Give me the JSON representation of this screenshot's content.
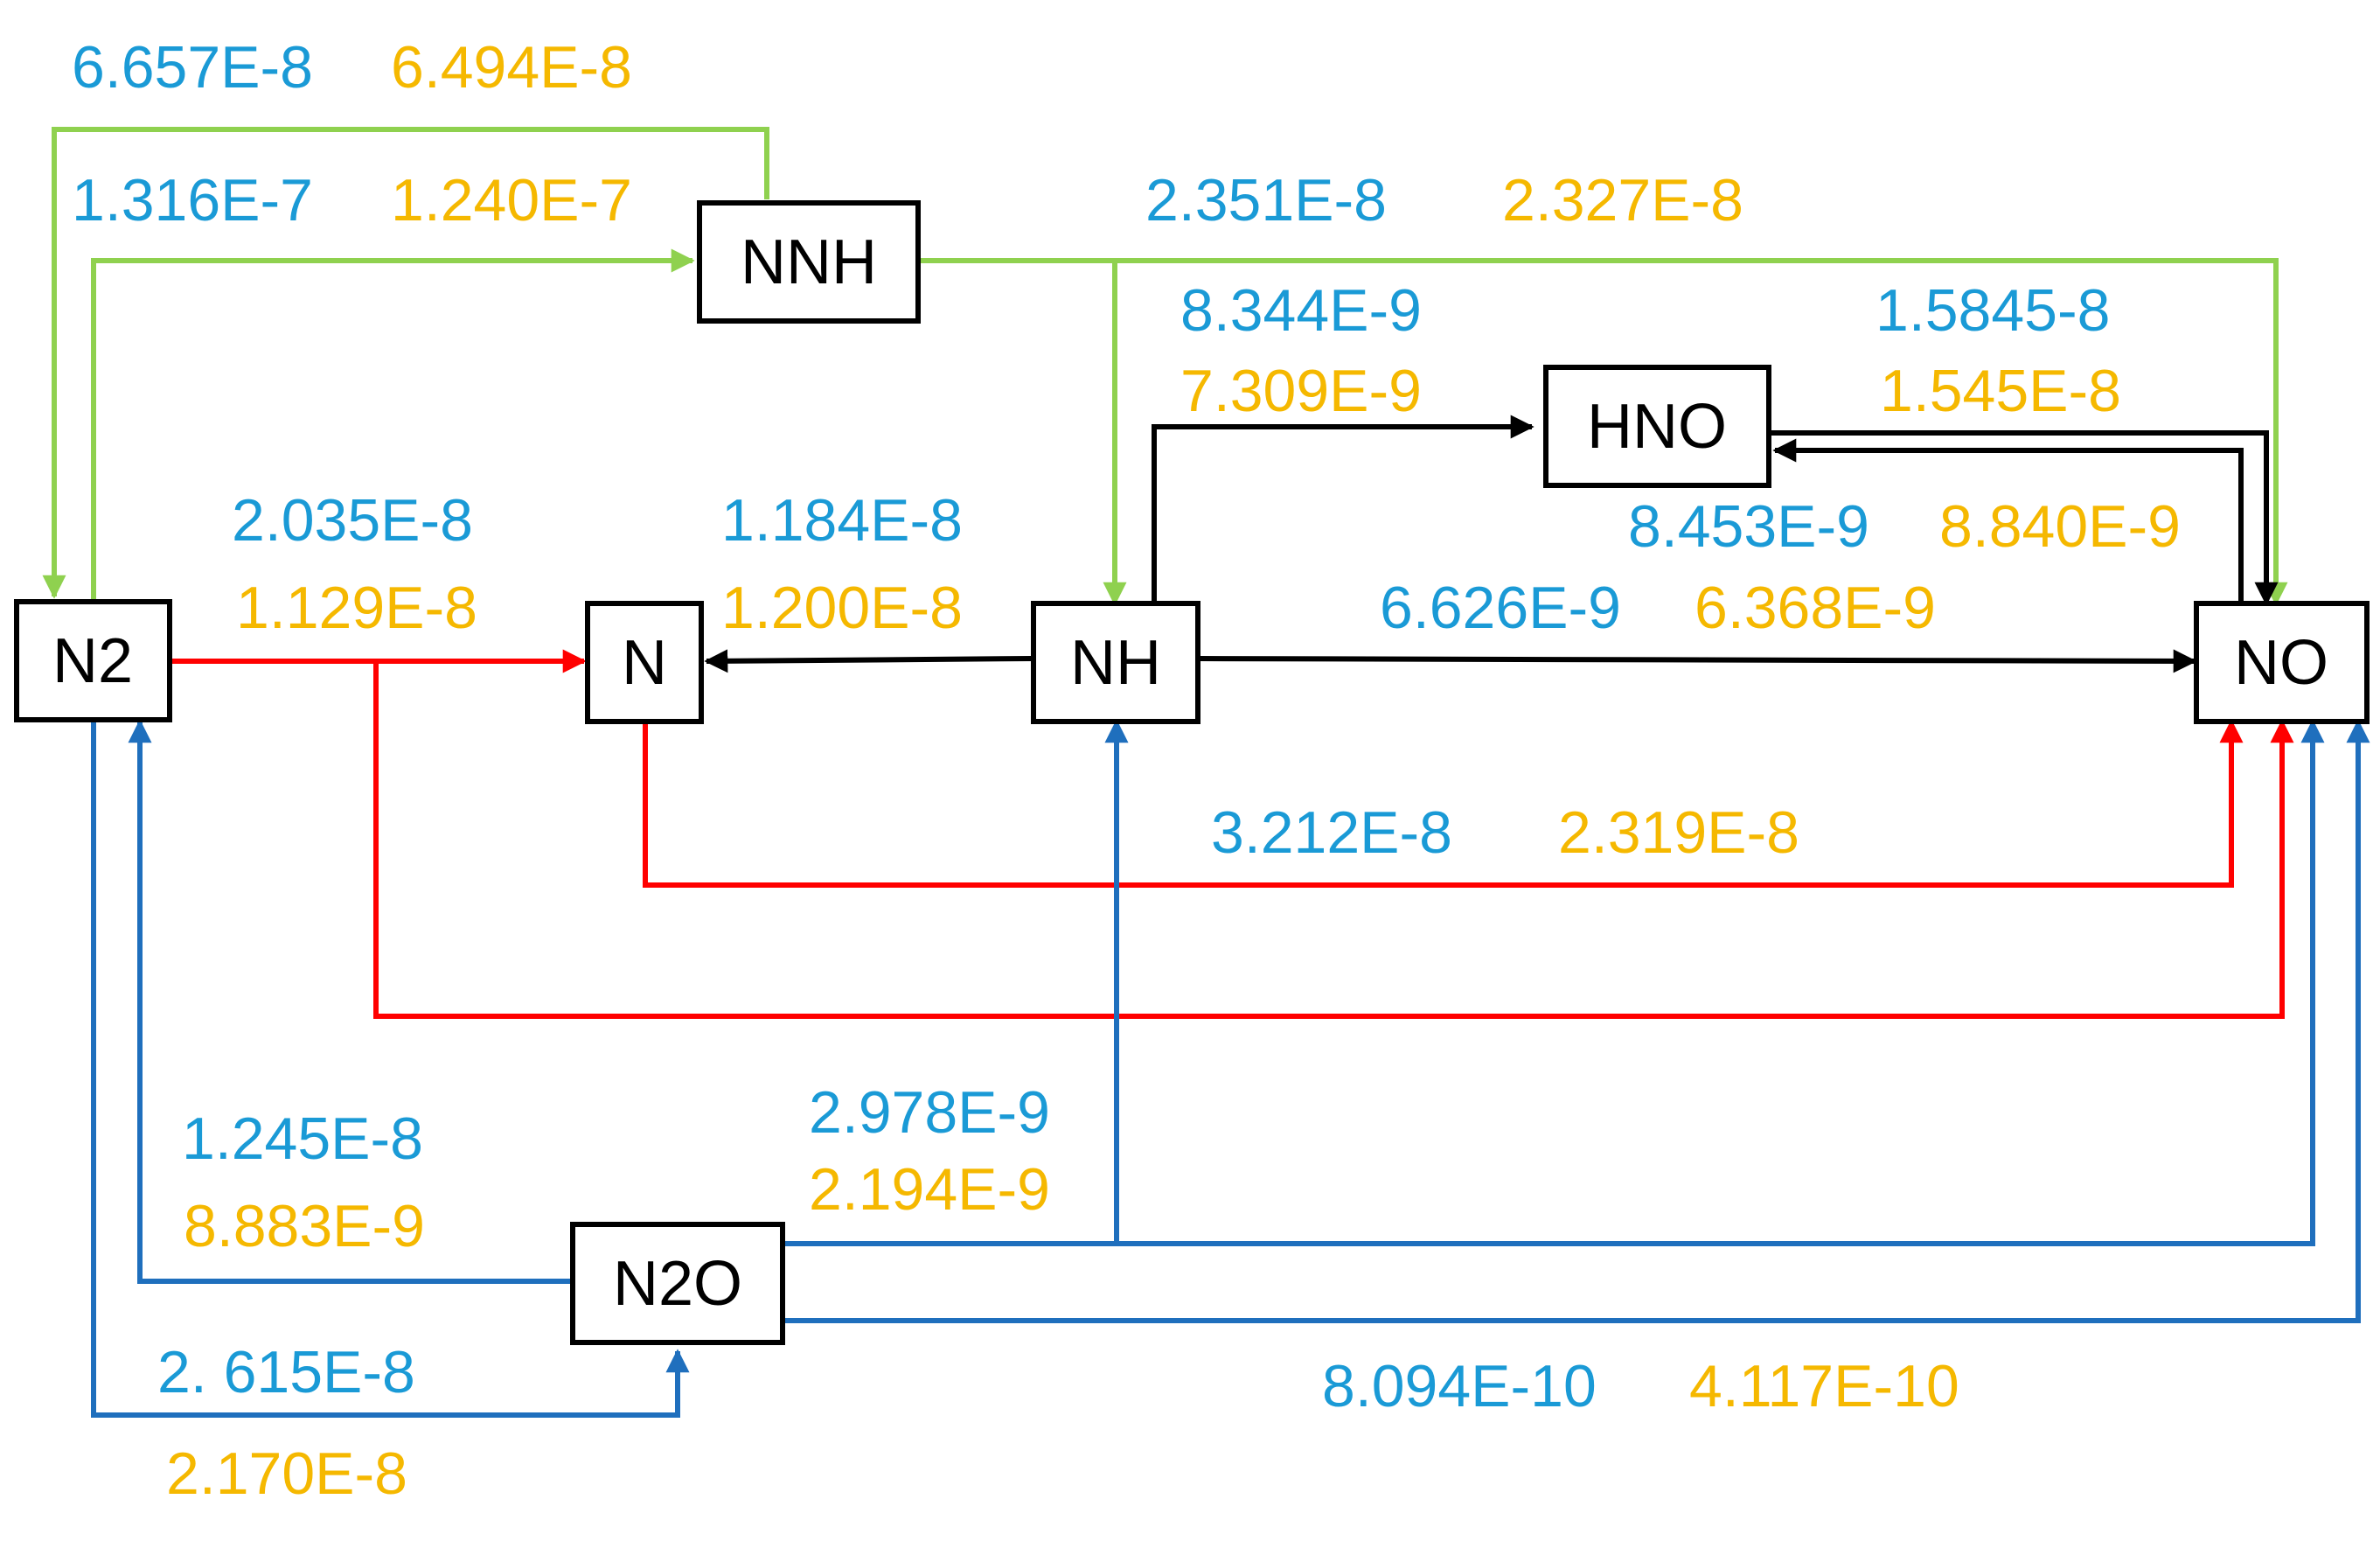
{
  "colors": {
    "rate_a": "#1a9ad6",
    "rate_b": "#f5b800",
    "nnh_pathway": "#8fd14f",
    "thermal_pathway": "#ff0000",
    "n2o_pathway": "#1f6fbd",
    "nh_pathway": "#000000"
  },
  "nodes": {
    "n2": "N2",
    "n": "N",
    "nh": "NH",
    "nnh": "NNH",
    "hno": "HNO",
    "no": "NO",
    "n2o": "N2O"
  },
  "rates": {
    "nnh_to_n2": {
      "a": "6.657E-8",
      "b": "6.494E-8"
    },
    "n2_to_nnh": {
      "a": "1.316E-7",
      "b": "1.240E-7"
    },
    "nnh_to_no": {
      "a": "2.351E-8",
      "b": "2.327E-8"
    },
    "nh_to_hno": {
      "a": "8.344E-9",
      "b": "7.309E-9"
    },
    "hno_to_no": {
      "a": "1.5845-8",
      "b": "1.545E-8"
    },
    "no_to_hno": {
      "a": "8.453E-9",
      "b": "8.840E-9"
    },
    "n2_to_n": {
      "a": "2.035E-8",
      "b": "1.129E-8"
    },
    "nh_to_n": {
      "a": "1.184E-8",
      "b": "1.200E-8"
    },
    "nh_to_no": {
      "a": "6.626E-9",
      "b": "6.368E-9"
    },
    "n_to_no": {
      "a": "3.212E-8",
      "b": "2.319E-8"
    },
    "n2o_to_n2": {
      "a": "1.245E-8",
      "b": "8.883E-9"
    },
    "n2o_to_nh": {
      "a": "2.978E-9",
      "b": "2.194E-9"
    },
    "n2_to_n2o": {
      "a": "2. 615E-8",
      "b": "2.170E-8"
    },
    "n2o_to_no": {
      "a": "8.094E-10",
      "b": "4.117E-10"
    }
  }
}
